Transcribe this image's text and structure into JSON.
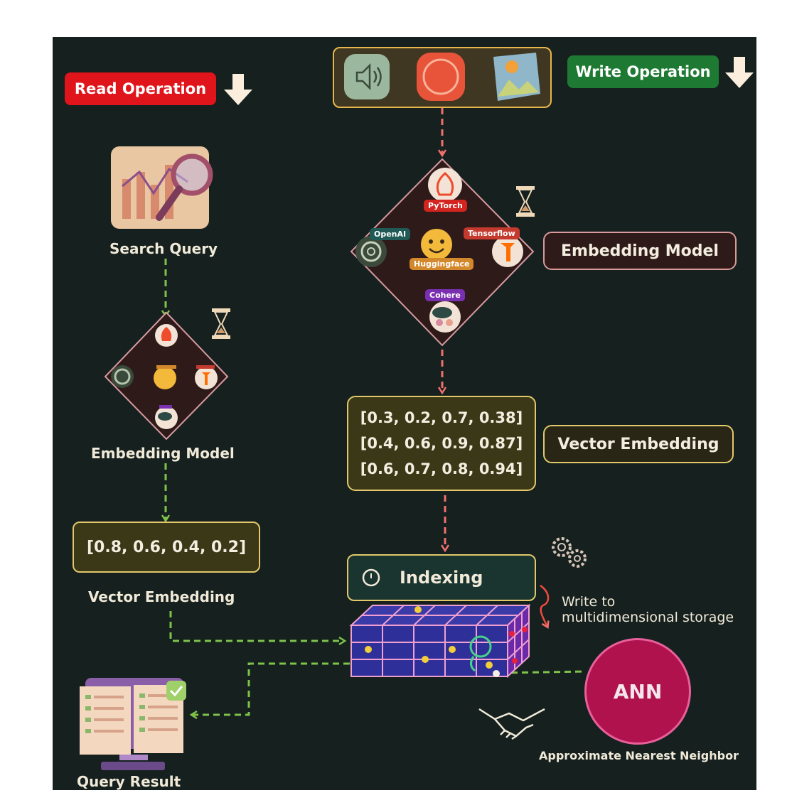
{
  "read": {
    "title": "Read Operation",
    "color": "#e0151c"
  },
  "write": {
    "title": "Write Operation",
    "color": "#1e7a33"
  },
  "read_flow": {
    "search_query": "Search Query",
    "embedding_model": "Embedding Model",
    "vector": "[0.8, 0.6, 0.4, 0.2]",
    "vector_embedding": "Vector Embedding",
    "query_result": "Query Result"
  },
  "write_flow": {
    "embedding_model": "Embedding Model",
    "vector_embedding": "Vector Embedding",
    "vectors": [
      "[0.3, 0.2, 0.7, 0.38]",
      "[0.4, 0.6, 0.9, 0.87]",
      "[0.6, 0.7, 0.8, 0.94]"
    ],
    "indexing": "Indexing",
    "write_note": [
      "Write to",
      "multidimensional storage"
    ]
  },
  "model_tags": {
    "pytorch": "PyTorch",
    "openai": "OpenAI",
    "huggingface": "Huggingface",
    "tensorflow": "Tensorflow",
    "cohere": "Cohere"
  },
  "ann": {
    "label": "ANN",
    "caption": "Approximate Nearest Neighbor"
  },
  "colors": {
    "background": "#15201f",
    "read_arrow": "#7fc24a",
    "write_arrow": "#f0706e",
    "box_border": "#e2c86a",
    "ann_fill": "#b0124e"
  }
}
